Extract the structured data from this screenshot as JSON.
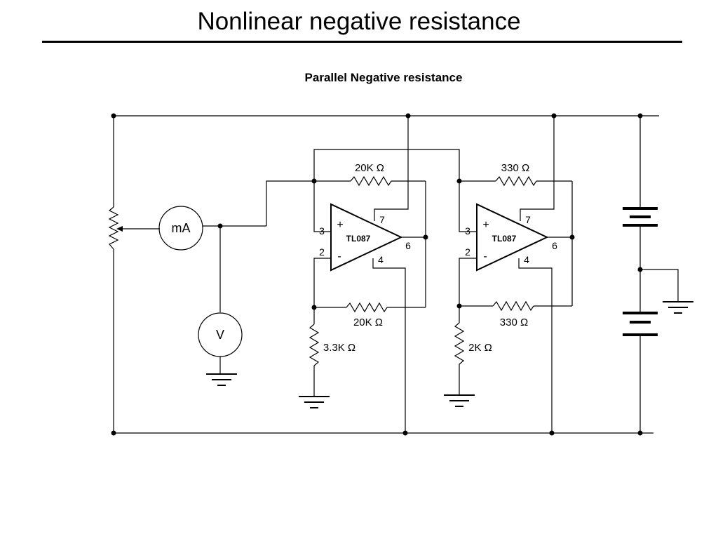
{
  "slide": {
    "title": "Nonlinear negative resistance",
    "caption": "Parallel Negative resistance"
  },
  "meters": {
    "ammeter": "mA",
    "voltmeter": "V"
  },
  "stage1": {
    "chip": "TL087",
    "plus": "+",
    "minus": "-",
    "pin3": "3",
    "pin2": "2",
    "pin7": "7",
    "pin4": "4",
    "pin6": "6",
    "r_top": "20K Ω",
    "r_bottom": "20K Ω",
    "r_ground": "3.3K Ω"
  },
  "stage2": {
    "chip": "TL087",
    "plus": "+",
    "minus": "-",
    "pin3": "3",
    "pin2": "2",
    "pin7": "7",
    "pin4": "4",
    "pin6": "6",
    "r_top": "330 Ω",
    "r_bottom": "330 Ω",
    "r_ground": "2K Ω"
  }
}
